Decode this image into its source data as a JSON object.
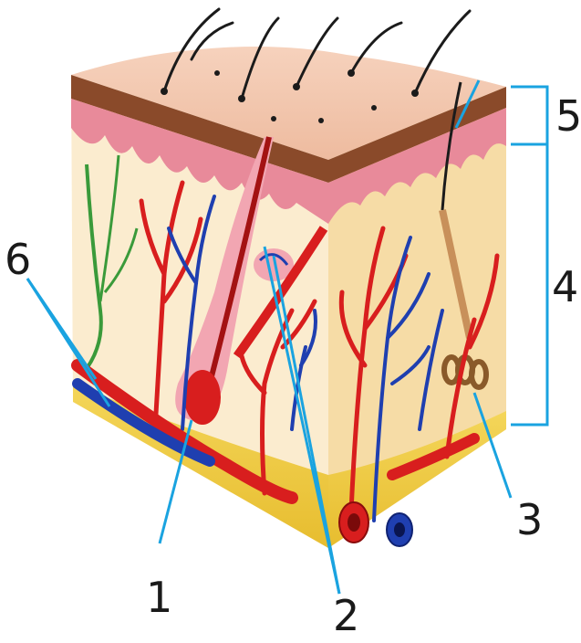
{
  "figure": {
    "labels": [
      {
        "id": "label-1",
        "text": "1"
      },
      {
        "id": "label-2",
        "text": "2"
      },
      {
        "id": "label-3",
        "text": "3"
      },
      {
        "id": "label-4",
        "text": "4"
      },
      {
        "id": "label-5",
        "text": "5"
      },
      {
        "id": "label-6",
        "text": "6"
      }
    ],
    "colors": {
      "leader": "#1aa3e0",
      "artery": "#d81e1e",
      "vein": "#1f3fb0",
      "nerve": "#3a9a3a",
      "epidermis": "#f0c2a6",
      "dermis": "#fbeccf",
      "fat": "#efcf45"
    }
  }
}
